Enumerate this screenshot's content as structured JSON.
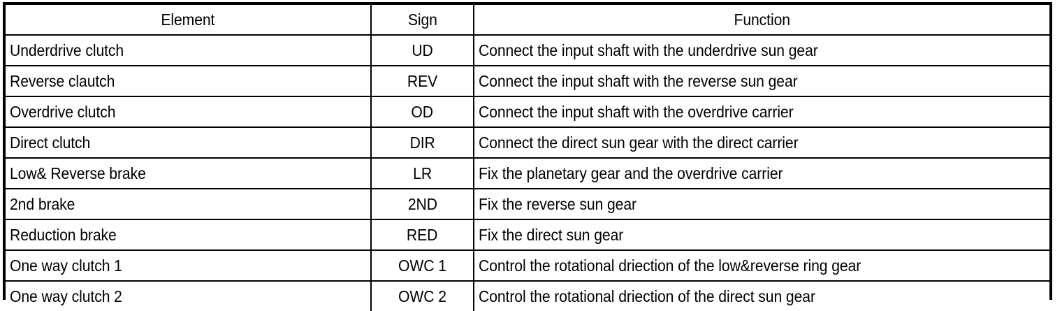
{
  "table": {
    "columns": [
      {
        "key": "element",
        "label": "Element",
        "align": "center"
      },
      {
        "key": "sign",
        "label": "Sign",
        "align": "center"
      },
      {
        "key": "function",
        "label": "Function",
        "align": "center"
      }
    ],
    "headers": {
      "element": "Element",
      "sign": "Sign",
      "function": "Function"
    },
    "rows": [
      {
        "element": "Underdrive clutch",
        "sign": "UD",
        "function": "Connect the input shaft with the underdrive sun gear"
      },
      {
        "element": "Reverse clautch",
        "sign": "REV",
        "function": "Connect the input shaft with the reverse sun gear"
      },
      {
        "element": "Overdrive clutch",
        "sign": "OD",
        "function": "Connect the input shaft with the overdrive carrier"
      },
      {
        "element": "Direct clutch",
        "sign": "DIR",
        "function": "Connect the direct sun gear with the direct carrier"
      },
      {
        "element": "Low& Reverse brake",
        "sign": "LR",
        "function": "Fix the planetary gear and the overdrive carrier"
      },
      {
        "element": "2nd brake",
        "sign": "2ND",
        "function": "Fix the reverse sun gear"
      },
      {
        "element": "Reduction brake",
        "sign": "RED",
        "function": "Fix the direct sun gear"
      },
      {
        "element": "One way clutch 1",
        "sign": "OWC 1",
        "function": "Control the rotational driection of the low&reverse ring gear"
      },
      {
        "element": "One way clutch 2",
        "sign": "OWC 2",
        "function": "Control the rotational driection of the direct sun gear"
      }
    ]
  },
  "style": {
    "border_color": "#000000",
    "text_color": "#000000",
    "background": "#ffffff"
  }
}
